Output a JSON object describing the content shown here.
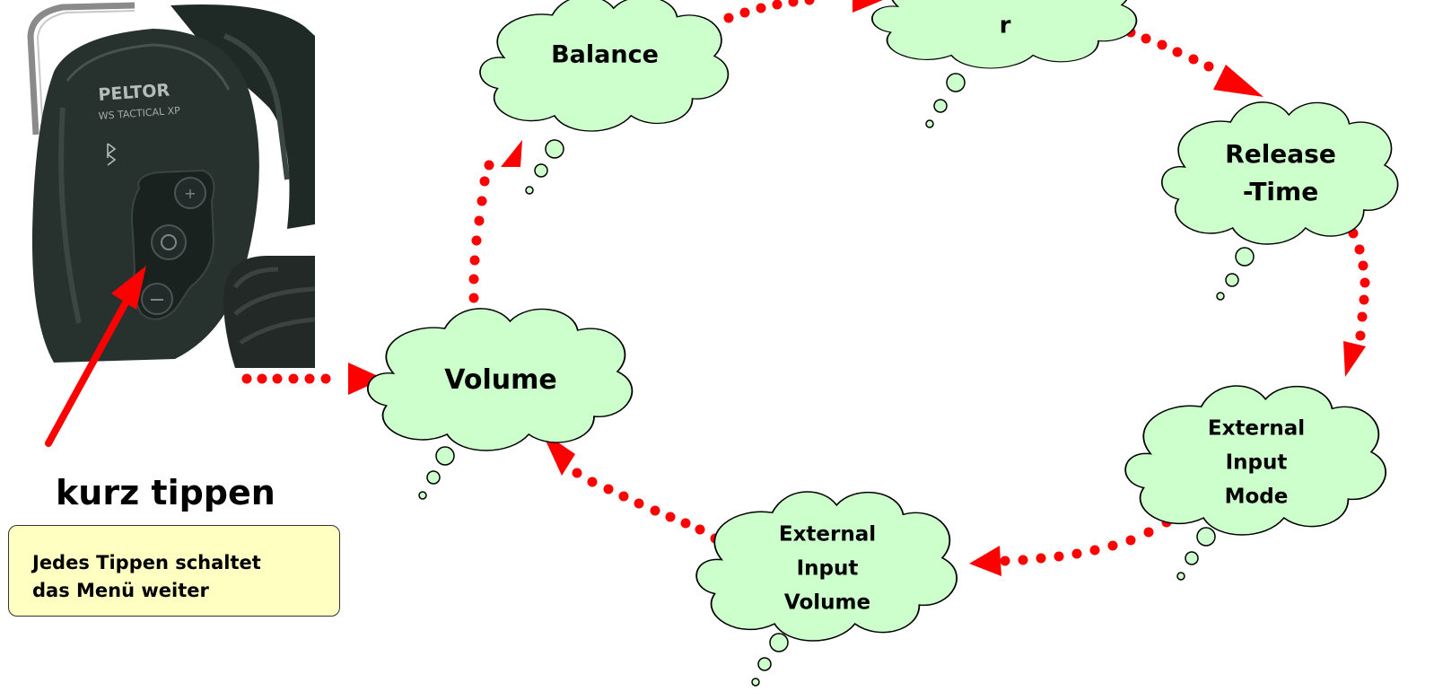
{
  "device": {
    "brand": "PELTOR",
    "model": "WS TACTICAL XP"
  },
  "instruction": {
    "title": "kurz tippen",
    "note_line1": "Jedes Tippen schaltet",
    "note_line2": "das Menü weiter"
  },
  "colors": {
    "cloud_fill": "#ccffcc",
    "arrow": "#ff0000",
    "note_fill": "#ffffc2"
  },
  "menu": {
    "volume": [
      "Volume"
    ],
    "balance": [
      "Balance"
    ],
    "top": [
      "r"
    ],
    "release_time": [
      "Release",
      "-Time"
    ],
    "ext_mode": [
      "External",
      "Input",
      "Mode"
    ],
    "ext_volume": [
      "External",
      "Input",
      "Volume"
    ]
  }
}
